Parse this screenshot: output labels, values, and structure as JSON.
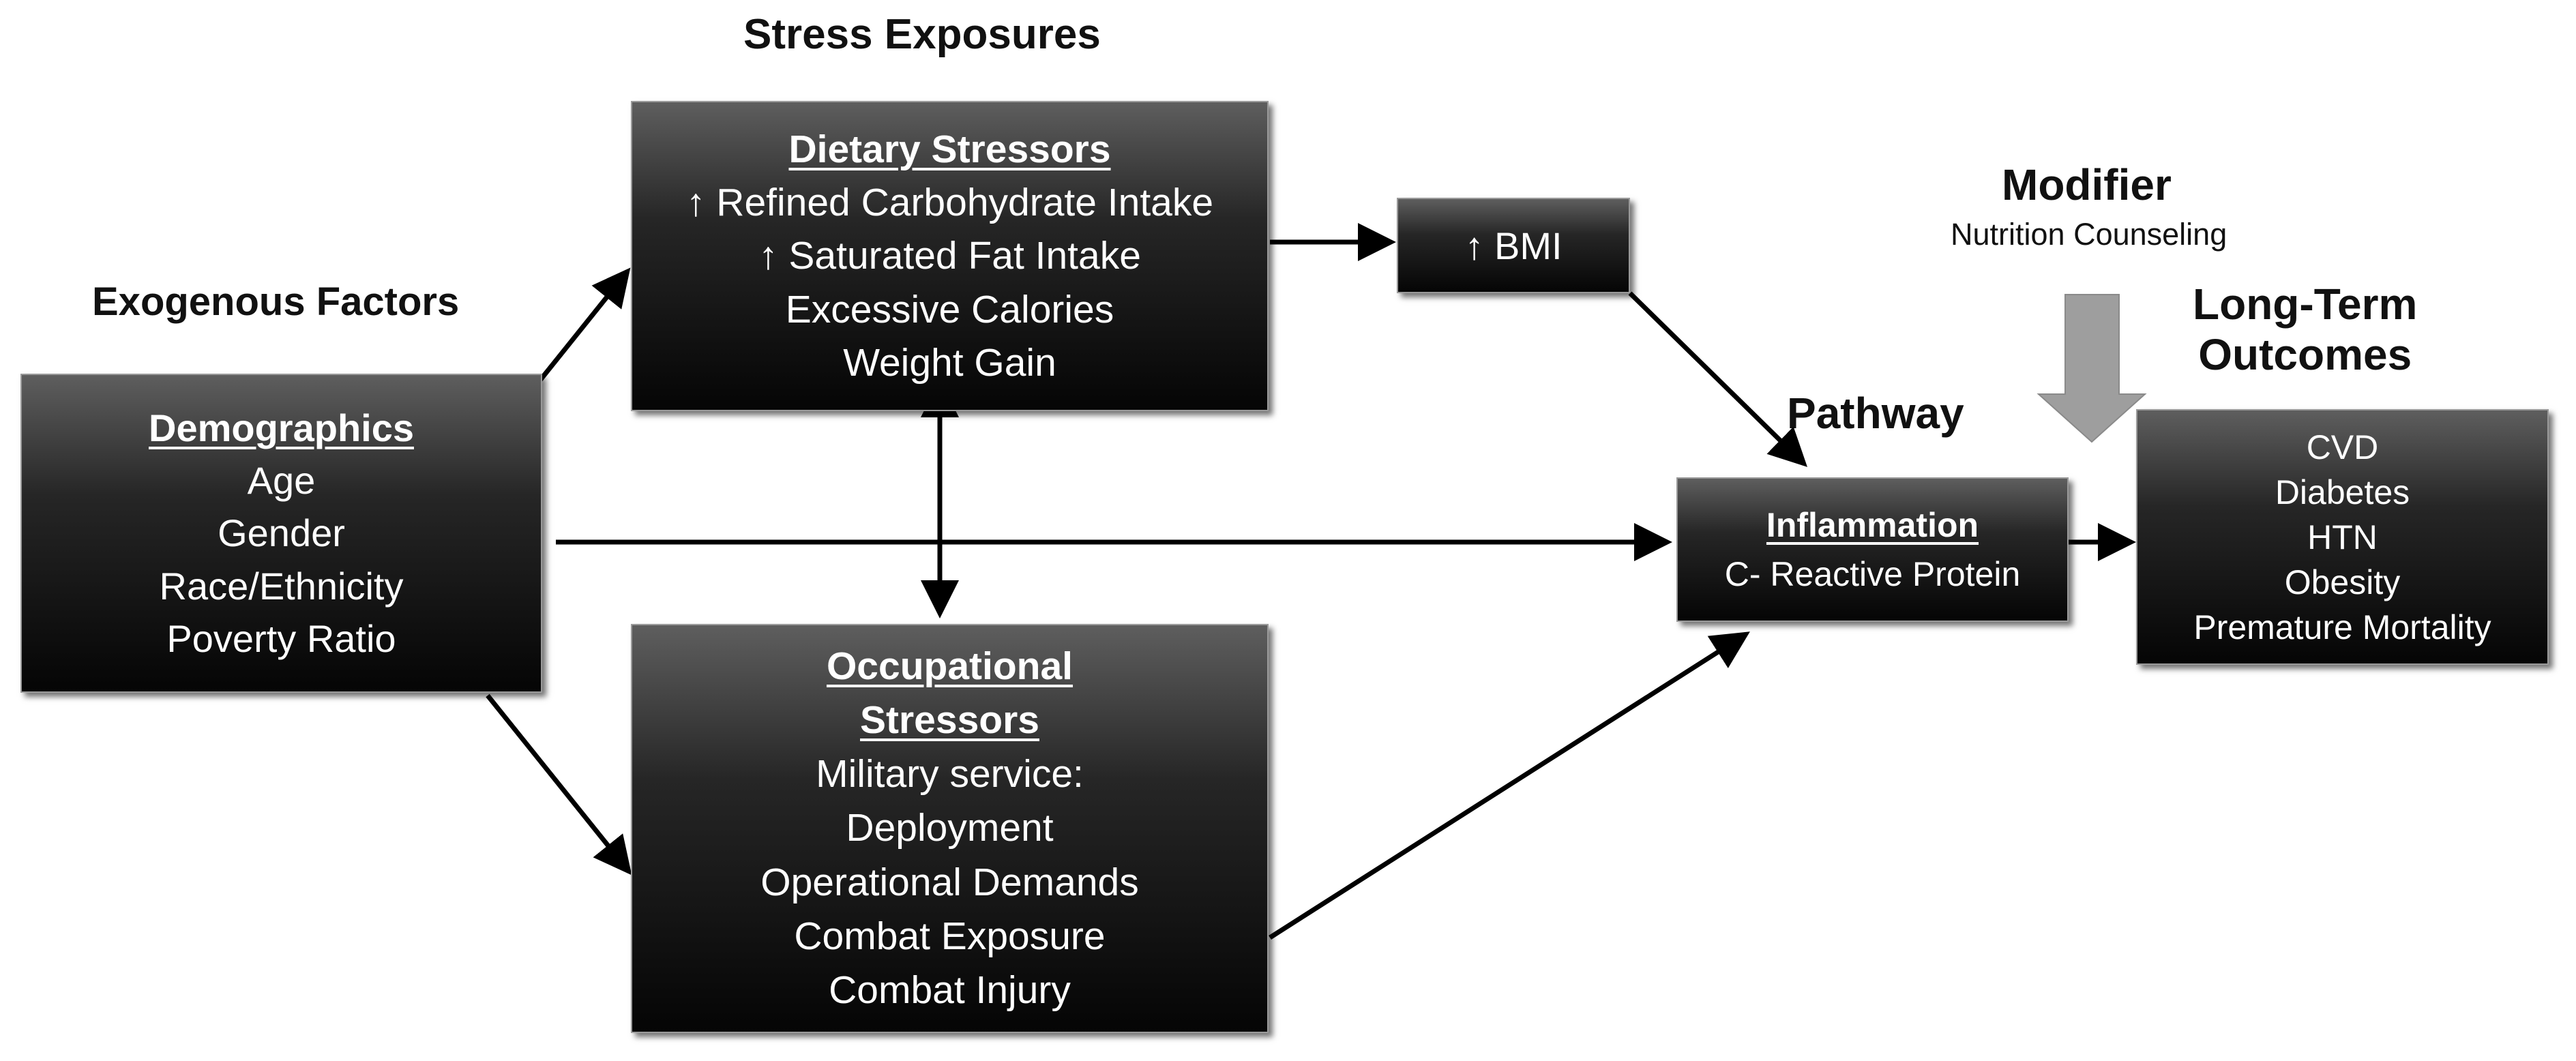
{
  "headings": {
    "stress_exposures": "Stress Exposures",
    "exogenous_factors": "Exogenous Factors",
    "modifier": "Modifier",
    "modifier_sub": "Nutrition Counseling",
    "pathway": "Pathway",
    "long_term_line1": "Long-Term",
    "long_term_line2": "Outcomes"
  },
  "boxes": {
    "demographics": {
      "title": "Demographics",
      "items": [
        "Age",
        "Gender",
        "Race/Ethnicity",
        "Poverty Ratio"
      ]
    },
    "dietary": {
      "title": "Dietary Stressors",
      "items": [
        "↑ Refined Carbohydrate Intake",
        "↑ Saturated Fat Intake",
        "Excessive Calories",
        "Weight Gain"
      ]
    },
    "bmi": {
      "label": "↑ BMI"
    },
    "occupational": {
      "title_line1": "Occupational",
      "title_line2": "Stressors",
      "items": [
        "Military service:",
        "Deployment",
        "Operational Demands",
        "Combat Exposure",
        "Combat Injury"
      ]
    },
    "inflammation": {
      "title": "Inflammation",
      "items": [
        "C- Reactive Protein"
      ]
    },
    "outcomes": {
      "items": [
        "CVD",
        "Diabetes",
        "HTN",
        "Obesity",
        "Premature Mortality"
      ]
    }
  },
  "colors": {
    "box_top": "#5e5e5e",
    "box_bottom": "#050505",
    "box_text": "#ffffff",
    "arrow": "#000000",
    "modifier_arrow": "#9e9e9e"
  }
}
